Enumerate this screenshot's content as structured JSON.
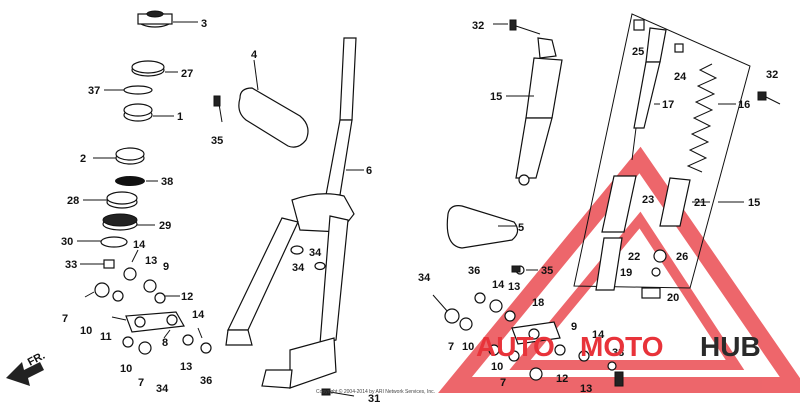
{
  "diagram": {
    "callouts": [
      "1",
      "2",
      "3",
      "4",
      "5",
      "6",
      "7",
      "8",
      "9",
      "10",
      "11",
      "12",
      "13",
      "14",
      "15",
      "16",
      "17",
      "18",
      "19",
      "20",
      "21",
      "22",
      "23",
      "24",
      "25",
      "26",
      "27",
      "28",
      "29",
      "30",
      "31",
      "32",
      "33",
      "34",
      "35",
      "36",
      "37",
      "38"
    ],
    "front_indicator": "FR.",
    "copyright": "Copyright © 2004-2014 by ARI Network Services, Inc.",
    "watermark": {
      "brand_left": "AUTO",
      "brand_mid": "MOTO",
      "brand_right": "HUB",
      "accent_color": "#e8333a",
      "dark_color": "#2a2a2a"
    }
  }
}
